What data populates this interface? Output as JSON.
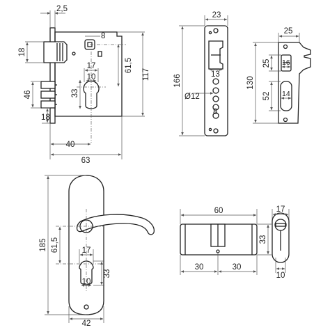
{
  "diagram": {
    "lock_body": {
      "dims": {
        "offset_top": "2,5",
        "latch_height": "18",
        "hole": "8",
        "backset_vert": "61,5",
        "height": "117",
        "cyl_width": "17",
        "cyl_small": "10",
        "cyl_height": "33",
        "bolts_height": "46",
        "bolts_bottom": "18",
        "backset": "40",
        "width": "63"
      }
    },
    "faceplate": {
      "dims": {
        "width": "23",
        "height": "166",
        "slot": "13",
        "hole_dia": "Ø12",
        "bottom": "8"
      }
    },
    "strike_plate": {
      "dims": {
        "width": "25",
        "height": "130",
        "top_slot_h": "25",
        "top_slot_w": "16",
        "bottom_slot_h": "52",
        "bottom_slot_w": "14"
      }
    },
    "handle": {
      "dims": {
        "height": "185",
        "axis": "61,5",
        "cyl_width": "17",
        "cyl_small": "10",
        "cyl_height": "33",
        "width": "42"
      }
    },
    "cylinder": {
      "dims": {
        "length": "60",
        "height": "33",
        "left": "30",
        "right": "30"
      }
    },
    "cylinder_end": {
      "dims": {
        "width": "17",
        "bottom": "10"
      }
    }
  }
}
